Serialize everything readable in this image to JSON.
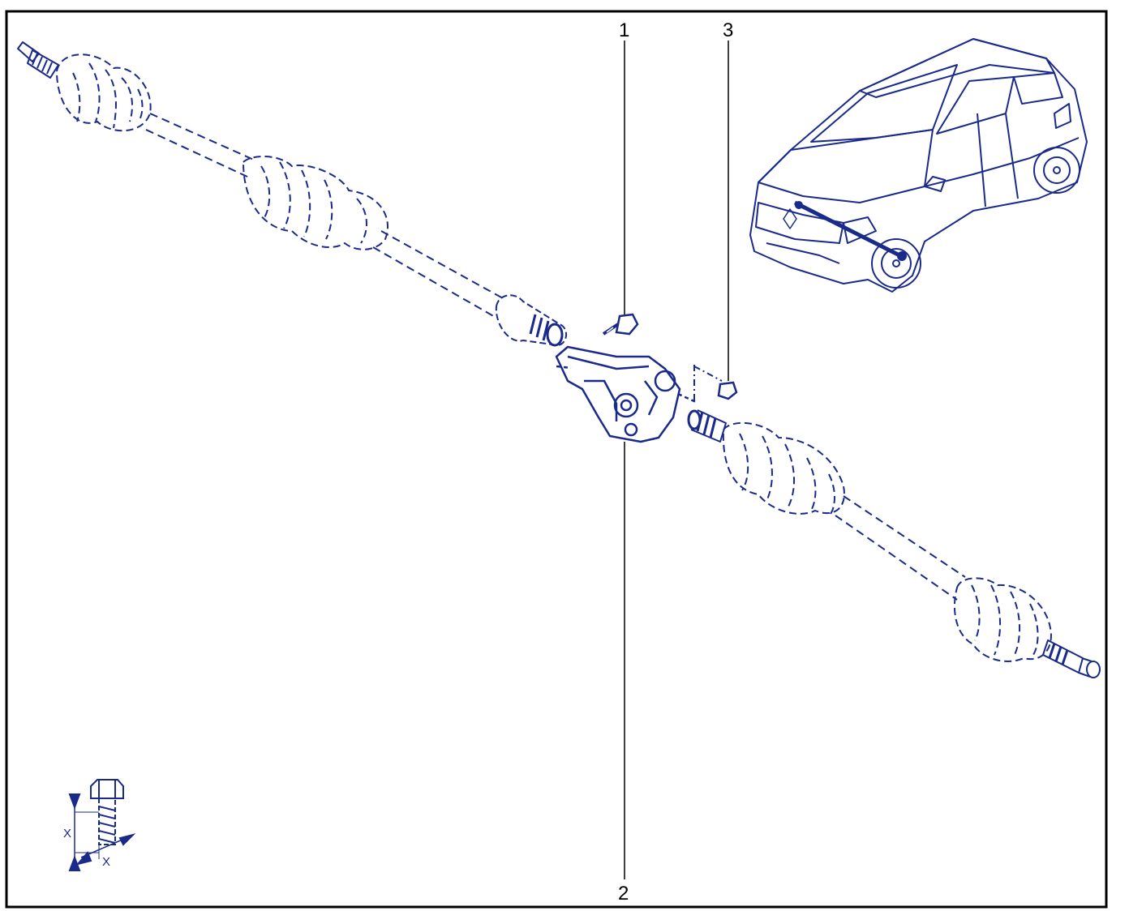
{
  "callouts": {
    "c1": "1",
    "c2": "2",
    "c3": "3"
  },
  "detail": {
    "x_label_vertical": "X",
    "x_label_horizontal": "X"
  },
  "colors": {
    "line_art": "#1a2a8a",
    "frame": "#000000",
    "background": "#ffffff"
  }
}
